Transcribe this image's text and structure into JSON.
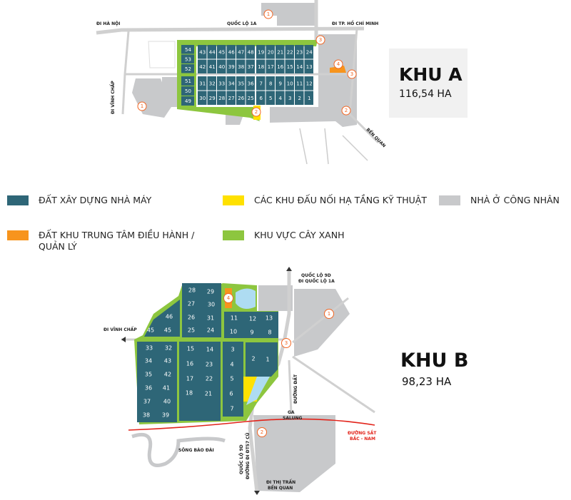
{
  "colors": {
    "factory": "#2e6677",
    "infrastructure": "#ffe100",
    "housing": "#c8c9cb",
    "management": "#f7941d",
    "green": "#8dc63f",
    "water": "#aedcf2",
    "railway": "#e2231a",
    "marker": "#f26522"
  },
  "khu_a": {
    "title": "KHU A",
    "area": "116,54 HA",
    "labels": {
      "west": "ĐI HÀ NỘI",
      "road": "QUỐC LỘ 1A",
      "east": "ĐI TP. HỒ CHÍ MINH",
      "southwest": "ĐI VĨNH CHẤP",
      "southeast": "BẾN QUAN"
    },
    "blocks": {
      "col_top": [
        "54",
        "53",
        "52"
      ],
      "col_bottom": [
        "51",
        "50",
        "49"
      ],
      "top_left": [
        [
          "43",
          "44",
          "45",
          "46",
          "47",
          "48"
        ],
        [
          "42",
          "41",
          "40",
          "39",
          "38",
          "37"
        ]
      ],
      "top_right": [
        [
          "19",
          "20",
          "21",
          "22",
          "23",
          "24"
        ],
        [
          "18",
          "17",
          "16",
          "15",
          "14",
          "13"
        ]
      ],
      "bottom_left": [
        [
          "31",
          "32",
          "33",
          "34",
          "35",
          "36"
        ],
        [
          "30",
          "29",
          "28",
          "27",
          "26",
          "25"
        ]
      ],
      "bottom_right": [
        [
          "7",
          "8",
          "9",
          "10",
          "11",
          "12"
        ],
        [
          "6",
          "5",
          "4",
          "3",
          "2",
          "1"
        ]
      ]
    },
    "markers": [
      "1",
      "3",
      "4",
      "3",
      "2",
      "2",
      "1"
    ]
  },
  "legend": [
    {
      "label": "ĐẤT XÂY DỰNG NHÀ MÁY",
      "color": "#2e6677"
    },
    {
      "label": "CÁC KHU ĐẤU NỐI HẠ TẦNG KỸ THUẬT",
      "color": "#ffe100"
    },
    {
      "label": "NHÀ Ở CÔNG NHÂN",
      "color": "#c8c9cb"
    },
    {
      "label": "ĐẤT KHU TRUNG TÂM ĐIỀU HÀNH / QUẢN LÝ",
      "color": "#f7941d"
    },
    {
      "label": "KHU VỰC CÂY XANH",
      "color": "#8dc63f"
    }
  ],
  "khu_b": {
    "title": "KHU B",
    "area": "98,23 HA",
    "labels": {
      "north1": "QUỐC LỘ 9D",
      "north2": "ĐI QUỐC LỘ 1A",
      "west": "ĐI VĨNH CHẤP",
      "dirt_road": "ĐƯỜNG ĐẤT",
      "station1": "GA",
      "station2": "SALUNG",
      "railway1": "ĐƯỜNG SẮT",
      "railway2": "BẮC - NAM",
      "river": "SÔNG BÀO ĐÀI",
      "south_road1": "QUỐC LỘ 9D",
      "south_road2": "ĐƯỜNG ĐI ĐT57 CŨ",
      "south1": "ĐI THỊ TRẤN",
      "south2": "BẾN QUAN"
    },
    "lots": [
      [
        "28",
        269,
        407
      ],
      [
        "29",
        295,
        409
      ],
      [
        "27",
        268,
        426
      ],
      [
        "30",
        296,
        427
      ],
      [
        "26",
        268,
        445
      ],
      [
        "31",
        295,
        446
      ],
      [
        "25",
        268,
        463
      ],
      [
        "24",
        295,
        463
      ],
      [
        "46",
        237,
        444
      ],
      [
        "45",
        211,
        463
      ],
      [
        "45",
        235,
        463
      ],
      [
        "11",
        328,
        446
      ],
      [
        "12",
        354,
        447
      ],
      [
        "13",
        377,
        446
      ],
      [
        "10",
        327,
        465
      ],
      [
        "9",
        353,
        466
      ],
      [
        "8",
        378,
        466
      ],
      [
        "33",
        209,
        488
      ],
      [
        "32",
        236,
        488
      ],
      [
        "34",
        208,
        506
      ],
      [
        "43",
        235,
        506
      ],
      [
        "35",
        208,
        525
      ],
      [
        "42",
        235,
        525
      ],
      [
        "36",
        208,
        544
      ],
      [
        "41",
        233,
        544
      ],
      [
        "37",
        206,
        563
      ],
      [
        "40",
        234,
        563
      ],
      [
        "38",
        205,
        582
      ],
      [
        "39",
        232,
        582
      ],
      [
        "15",
        267,
        489
      ],
      [
        "14",
        294,
        490
      ],
      [
        "16",
        266,
        510
      ],
      [
        "23",
        293,
        511
      ],
      [
        "17",
        266,
        531
      ],
      [
        "22",
        293,
        531
      ],
      [
        "18",
        265,
        551
      ],
      [
        "21",
        292,
        552
      ],
      [
        "3",
        326,
        490
      ],
      [
        "4",
        325,
        511
      ],
      [
        "5",
        325,
        531
      ],
      [
        "6",
        324,
        552
      ],
      [
        "7",
        325,
        573
      ],
      [
        "2",
        355,
        503
      ],
      [
        "1",
        375,
        504
      ]
    ],
    "markers": [
      "4",
      "1",
      "3",
      "2"
    ]
  }
}
